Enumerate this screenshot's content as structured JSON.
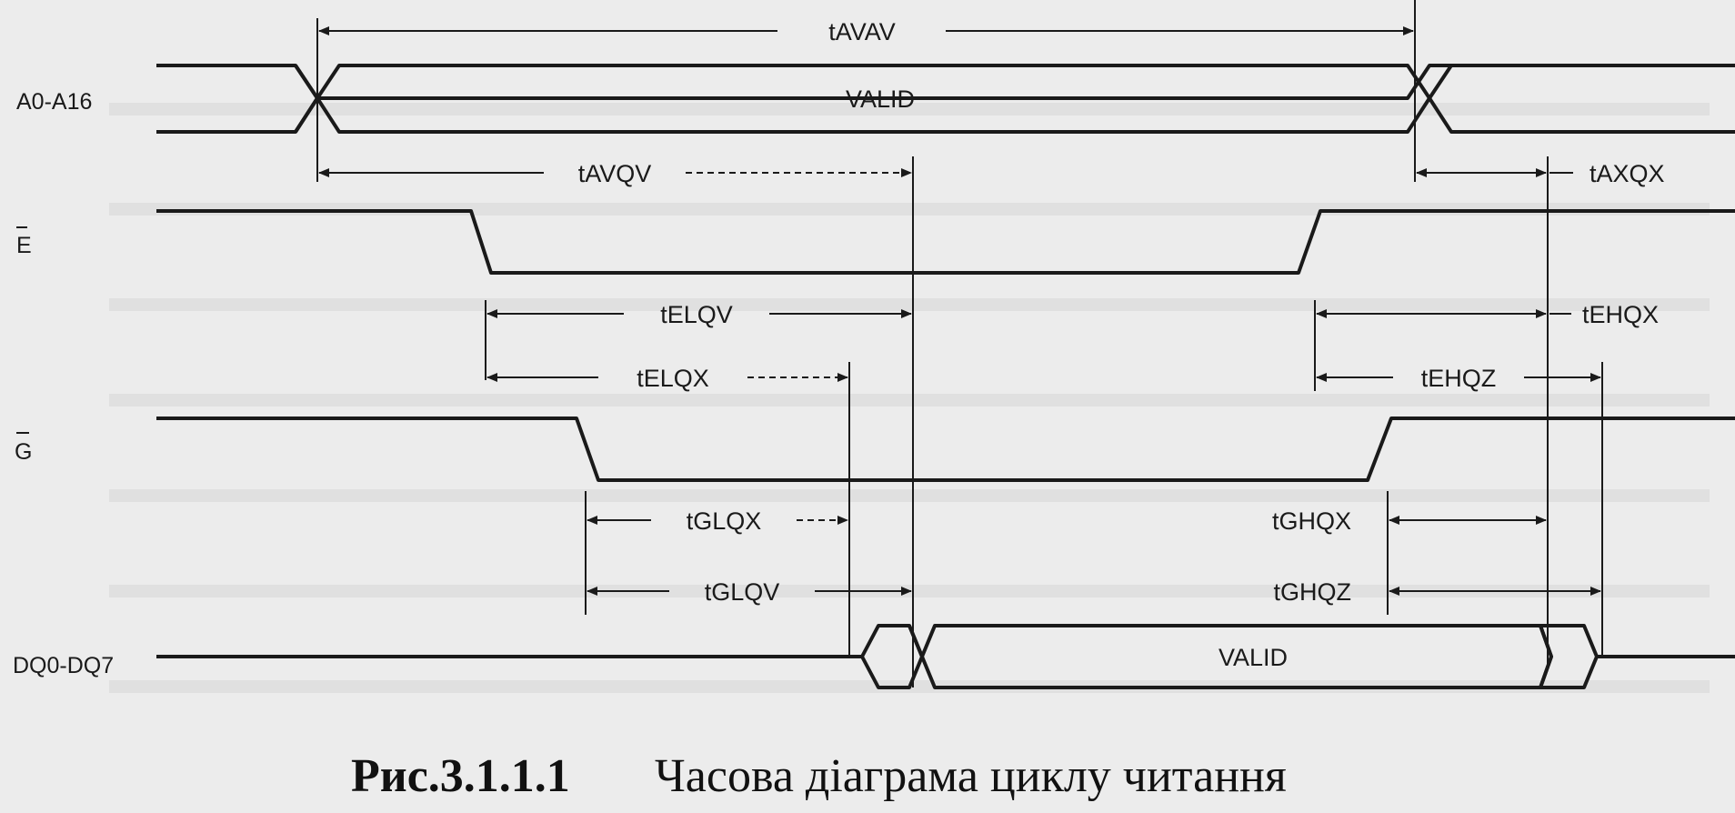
{
  "signals": {
    "address": "A0-A16",
    "enable": "E",
    "output_enable": "G",
    "data": "DQ0-DQ7"
  },
  "bus_labels": {
    "address_valid": "VALID",
    "data_valid": "VALID"
  },
  "timings": {
    "tAVAV": "tAVAV",
    "tAVQV": "tAVQV",
    "tAXQX": "tAXQX",
    "tELQV": "tELQV",
    "tEHQX": "tEHQX",
    "tELQX": "tELQX",
    "tEHQZ": "tEHQZ",
    "tGLQX": "tGLQX",
    "tGHQX": "tGHQX",
    "tGLQV": "tGLQV",
    "tGHQZ": "tGHQZ"
  },
  "caption": {
    "number": "Рис.3.1.1.1",
    "text": "Часова діаграма циклу читання"
  },
  "colors": {
    "ink": "#1a1a1a",
    "paper": "#ececec"
  }
}
